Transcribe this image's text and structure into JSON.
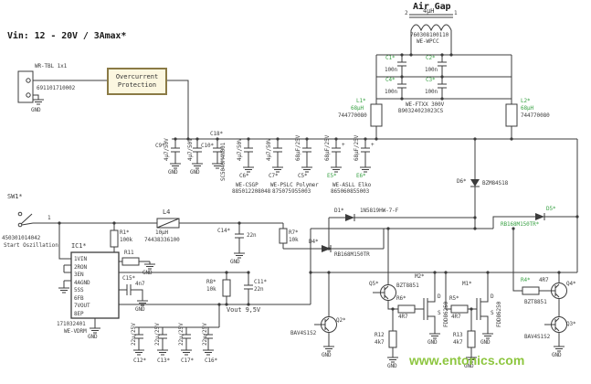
{
  "watermark": {
    "text": "www.entonics.com"
  },
  "air_gap": {
    "title": "Air Gap",
    "pin2": "2",
    "value": "4µH",
    "pin1": "1",
    "part": "760308100110",
    "series": "WE-WPCC"
  },
  "transformer": {
    "c1": "C1*",
    "c1_val": "100n",
    "c2": "C2*",
    "c2_val": "100n",
    "c4": "C4*",
    "c4_val": "100n",
    "c3": "C3*",
    "c3_val": "100n",
    "series": "WE-FTXX 300V",
    "part": "B90324023023CS",
    "l1": "L1*",
    "l1_val": "68µH",
    "l1_part": "744770080",
    "l2": "L2*",
    "l2_val": "68µH",
    "l2_part": "744770080"
  },
  "input": {
    "vin": "Vin: 12 - 20V / 3Amax*",
    "conn_name": "WR-TBL 1x1",
    "conn_part": "691101710002",
    "ocp_line1": "Overcurrent",
    "ocp_line2": "Protection"
  },
  "sw": {
    "ref": "SW1*",
    "part": "450301014042",
    "caption": "Start Oszillation",
    "pin": "1"
  },
  "ic": {
    "ref": "IC1*",
    "pins": [
      "1VIN",
      "2RON",
      "3EN",
      "4AGND",
      "5SS",
      "6FB",
      "7VOUT",
      "8EP"
    ],
    "part": "171032401",
    "series": "WE-VDRM"
  },
  "filters": {
    "c9": "C9*",
    "c9_val": "4µ7/50V",
    "c10": "C10*",
    "c10_val": "4µ7/50V",
    "c18": "C18*",
    "c18_part": "SC5040M4N001",
    "c6": "C6*",
    "c6_val": "4µ7/50V",
    "c7": "C7*",
    "c7_val": "4µ7/50V",
    "c5": "C5*",
    "c5_val": "68µF/25V",
    "e5": "E5*",
    "e5_val": "68µF/25V",
    "e6": "E6*",
    "e6_val": "68µF/25V",
    "plus": "+",
    "csgp_series": "WE-CSGP",
    "csgp_part": "885012208048",
    "pslc_series": "WE-PSLC Polymer",
    "pslc_part": "875075955003",
    "asll_series": "WE-ASLL Elko",
    "asll_part": "865060855003"
  },
  "mid": {
    "l4": "L4",
    "l4_val": "10µH",
    "l4_part": "74438336100",
    "r1": "R1*",
    "r1_val": "100k",
    "r11": "R11",
    "c14": "C14*",
    "c14_val": "22n",
    "r7": "R7*",
    "r7_val": "10k",
    "c15": "C15*",
    "c15_val": "4n7",
    "r8": "R8*",
    "r8_val": "10k",
    "c11": "C11*",
    "c11_val": "22n",
    "vout": "Vout 9,5V",
    "c12": "C12*",
    "c12_val": "22µ/25V",
    "c13": "C13*",
    "c13_val": "22µ/25V",
    "c17": "C17*",
    "c17_val": "22µ/25V",
    "c16": "C16*",
    "c16_val": "22µ/25V"
  },
  "diodes": {
    "d1": "D1*",
    "d1_part": "1N5819HW-7-F",
    "d4": "D4*",
    "d4_part": "RB168M150TR",
    "d5": "D5*",
    "d5_part": "RB168M150TR*",
    "d6": "D6*",
    "d6_part": "BZM84S18"
  },
  "drv": {
    "q5": "Q5*",
    "q5_part": "BZT8851",
    "q2": "Q2*",
    "q2_part": "BAV4S1S2",
    "q4": "Q4*",
    "q4_part": "BZT8851",
    "q3": "Q3*",
    "q3_part": "BAV4S1S2",
    "m2": "M2*",
    "m1": "M1*",
    "m_part": "FDD86250",
    "d": "D",
    "s": "S",
    "r6": "R6*",
    "r6_val": "4R7",
    "r5": "R5*",
    "r5_val": "4R7",
    "r4": "R4*",
    "r4_val": "4R7",
    "r12": "R12",
    "r12_val": "4k7",
    "r13": "R13",
    "r13_val": "4k7"
  },
  "gnd": "GND"
}
